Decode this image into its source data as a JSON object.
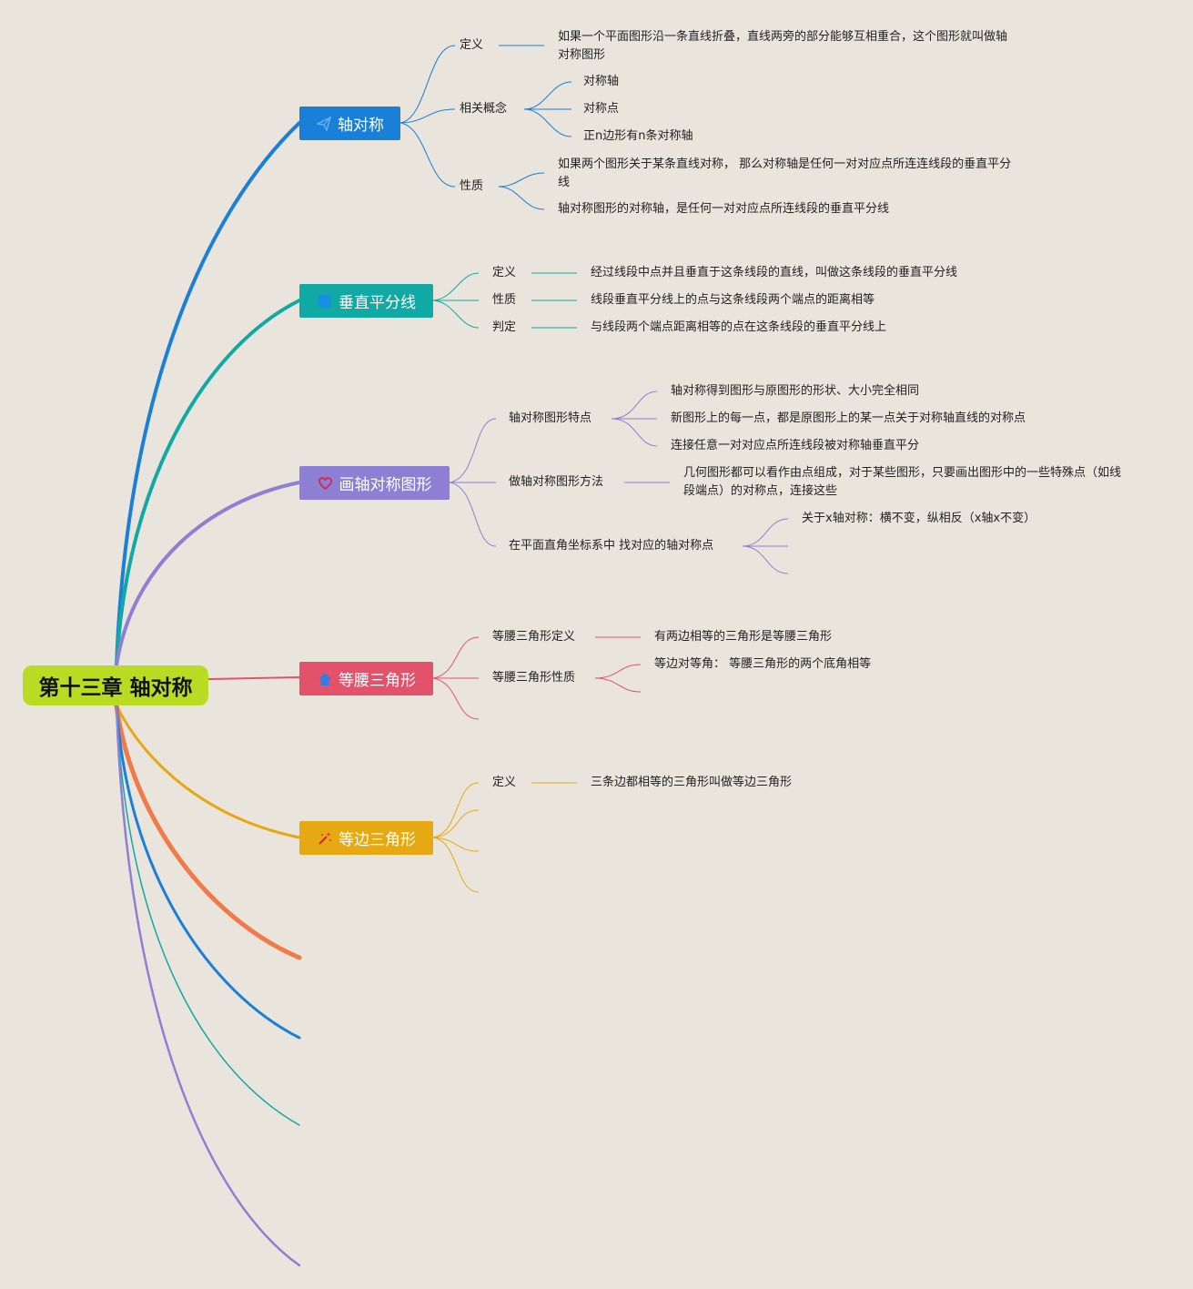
{
  "colors": {
    "background": "#e9e5dd",
    "root": "#b9dc22",
    "blue": "#1a7fd6",
    "teal": "#11a9a4",
    "purple": "#8d7fd3",
    "red": "#e2536b",
    "yellow": "#e6a813",
    "orange": "#f07a4a"
  },
  "root": {
    "label": "第十三章 轴对称"
  },
  "topics": [
    {
      "label": "轴对称",
      "icon": "paper-plane-icon",
      "definition_label": "定义",
      "definition_text": "如果一个平面图形沿一条直线折叠，直线两旁的部分能够互相重合，这个图形就叫做轴对称图形",
      "concepts_label": "相关概念",
      "concepts": [
        "对称轴",
        "对称点",
        "正n边形有n条对称轴"
      ],
      "property_label": "性质",
      "properties": [
        "如果两个图形关于某条直线对称， 那么对称轴是任何一对对应点所连连线段的垂直平分线",
        "轴对称图形的对称轴，是任何一对对应点所连线段的垂直平分线"
      ]
    },
    {
      "label": "垂直平分线",
      "icon": "square-icon",
      "items": [
        {
          "label": "定义",
          "text": "经过线段中点并且垂直于这条线段的直线，叫做这条线段的垂直平分线"
        },
        {
          "label": "性质",
          "text": "线段垂直平分线上的点与这条线段两个端点的距离相等"
        },
        {
          "label": "判定",
          "text": "与线段两个端点距离相等的点在这条线段的垂直平分线上"
        }
      ]
    },
    {
      "label": "画轴对称图形",
      "icon": "heart-icon",
      "features_label": "轴对称图形特点",
      "features": [
        "轴对称得到图形与原图形的形状、大小完全相同",
        "新图形上的每一点，都是原图形上的某一点关于对称轴直线的对称点",
        "连接任意一对对应点所连线段被对称轴垂直平分"
      ],
      "method_label": "做轴对称图形方法",
      "method_text": "几何图形都可以看作由点组成，对于某些图形，只要画出图形中的一些特殊点（如线段端点）的对称点，连接这些",
      "coord_label": "在平面直角坐标系中 找对应的轴对称点",
      "coord_items": [
        "关于x轴对称：横不变，纵相反（x轴x不变）"
      ]
    },
    {
      "label": "等腰三角形",
      "icon": "house-icon",
      "definition_label": "等腰三角形定义",
      "definition_text": "有两边相等的三角形是等腰三角形",
      "property_label": "等腰三角形性质",
      "property_text": "等边对等角： 等腰三角形的两个底角相等"
    },
    {
      "label": "等边三角形",
      "icon": "magic-wand-icon",
      "definition_label": "定义",
      "definition_text": "三条边都相等的三角形叫做等边三角形"
    }
  ]
}
